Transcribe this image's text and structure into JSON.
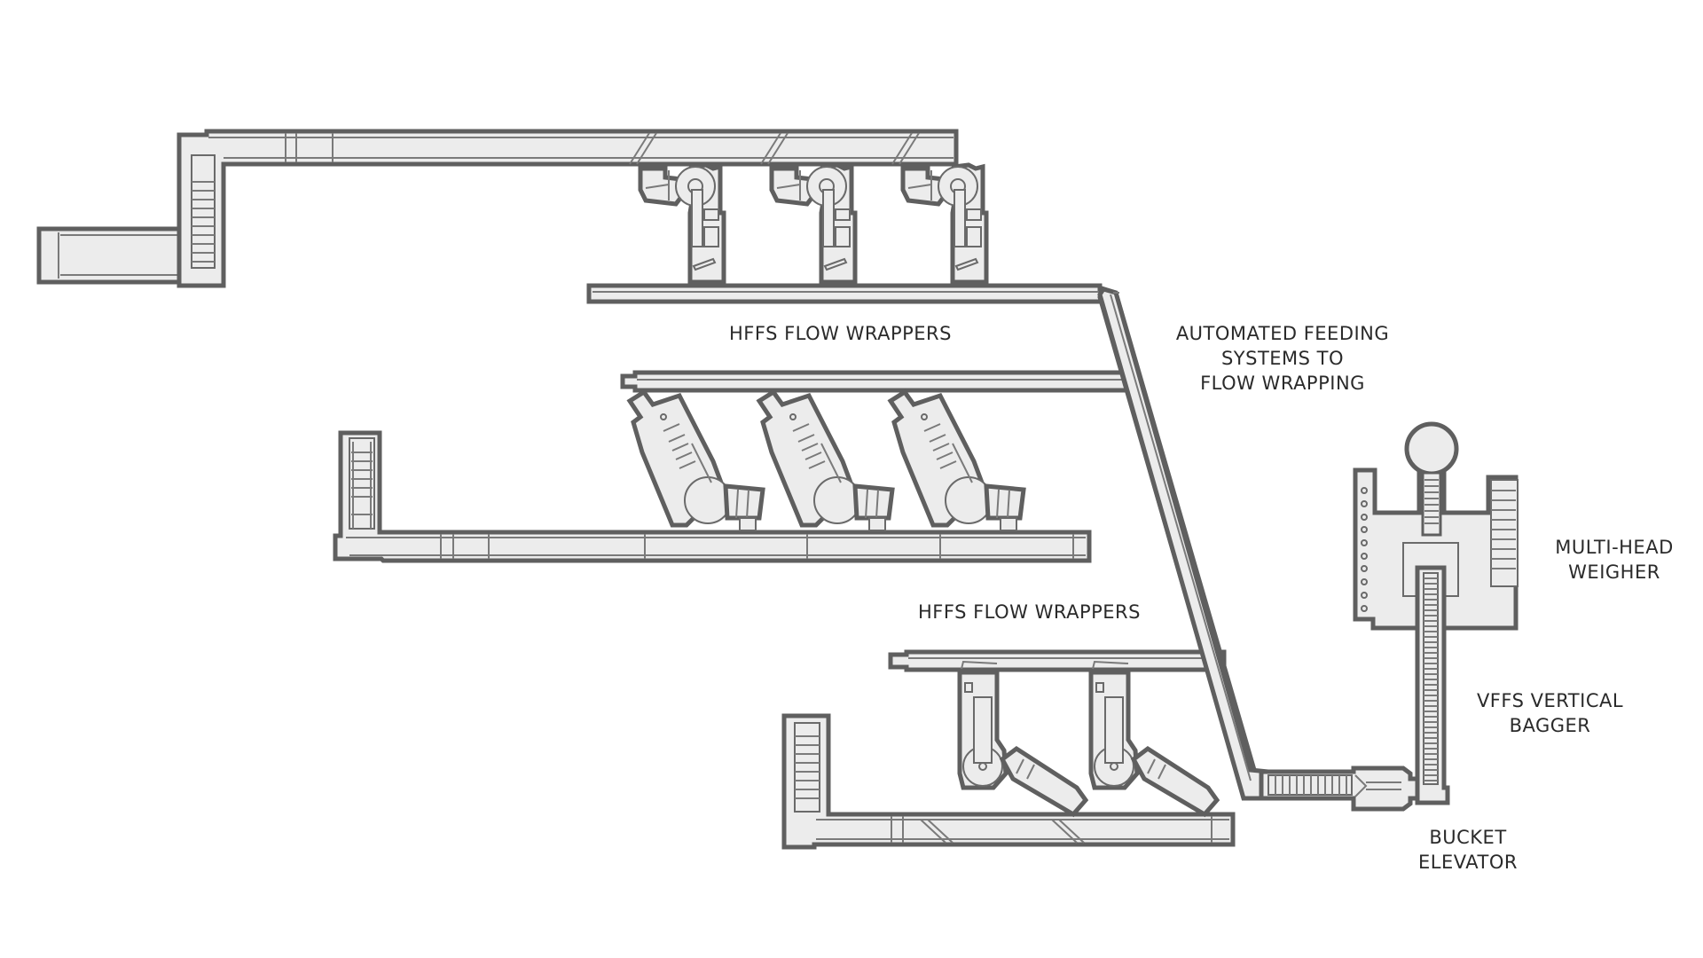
{
  "diagram": {
    "labels": {
      "hffs_top": "HFFS FLOW WRAPPERS",
      "hffs_bottom": "HFFS FLOW WRAPPERS",
      "feeding": [
        "AUTOMATED FEEDING",
        "SYSTEMS TO",
        "FLOW WRAPPING"
      ],
      "weigher": [
        "MULTI-HEAD",
        "WEIGHER"
      ],
      "bagger": [
        "VFFS VERTICAL",
        "BAGGER"
      ],
      "elevator": [
        "BUCKET",
        "ELEVATOR"
      ]
    },
    "colors": {
      "outline": "#5f5f5f",
      "fill": "#ececec",
      "inner_line": "#7a7a7a",
      "text": "#2a2a2a",
      "background": "#ffffff"
    },
    "machines": {
      "top_row_count": 3,
      "middle_row_count": 3,
      "bottom_row_count": 2
    }
  }
}
